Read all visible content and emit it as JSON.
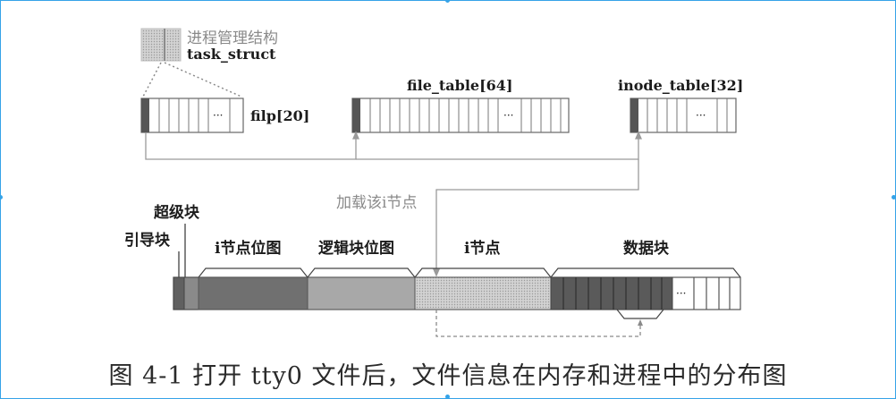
{
  "labels": {
    "process_struct_cn": "进程管理结构",
    "task_struct": "task_struct",
    "filp": "filp[20]",
    "file_table": "file_table[64]",
    "inode_table": "inode_table[32]",
    "load_inode": "加载该i节点",
    "super_block": "超级块",
    "boot_block": "引导块",
    "inode_bitmap": "i节点位图",
    "logic_bitmap": "逻辑块位图",
    "inode": "i节点",
    "data_block": "数据块",
    "ellipsis": "···"
  },
  "caption": "图 4-1    打开 tty0 文件后，文件信息在内存和进程中的分布图",
  "colors": {
    "frame": "#35a3e8",
    "line": "#9a9a9a",
    "dark_cell": "#555555",
    "bitmap_fill": "#707070",
    "logic_fill": "#a8a8a8",
    "inode_fill": "#c4c4c4"
  }
}
